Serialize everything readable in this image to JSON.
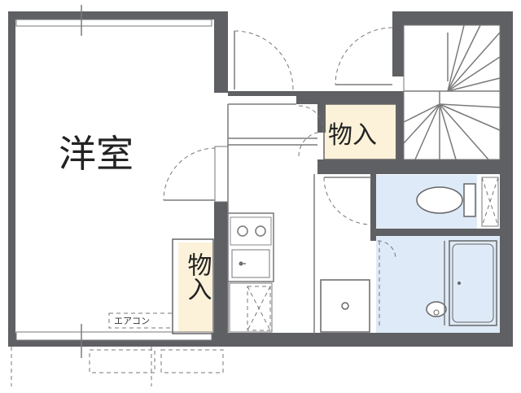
{
  "rooms": {
    "western_room": "洋室",
    "storage_main": "物入",
    "storage_small": "物入"
  },
  "labels": {
    "aircon": "エアコン"
  },
  "colors": {
    "wall": "#5f6063",
    "storage_fill": "#fbf2d9",
    "wet_area_fill": "#deeaf7",
    "floor": "#ffffff"
  }
}
